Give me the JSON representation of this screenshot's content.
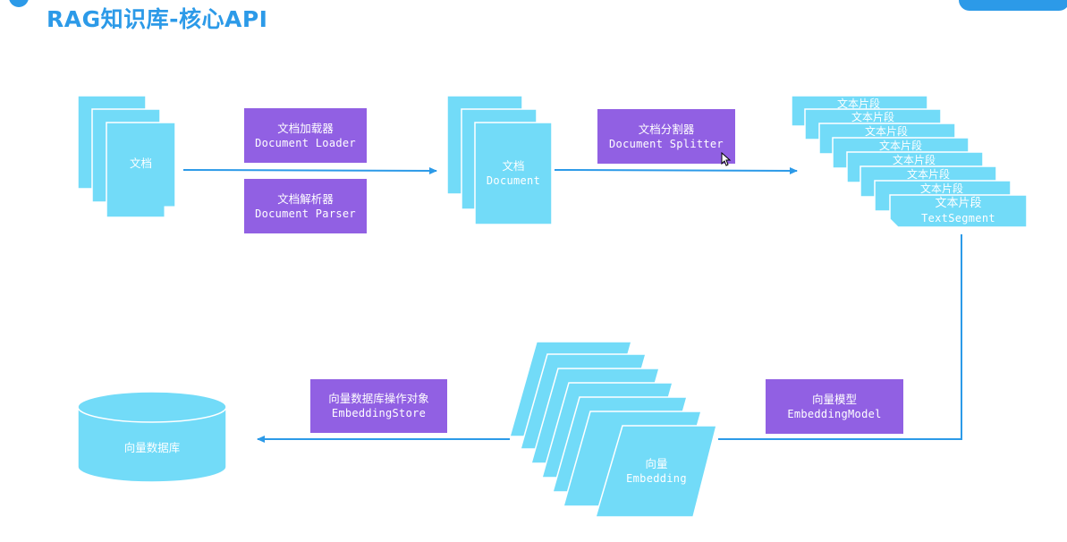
{
  "title": "RAG知识库-核心API",
  "nodes": {
    "documents_raw": {
      "label": "文档"
    },
    "documents": {
      "label": "文档",
      "sublabel": "Document"
    },
    "segments": {
      "label_repeat": "文本片段",
      "label": "文本片段",
      "sublabel": "TextSegment"
    },
    "embeddings": {
      "label": "向量",
      "sublabel": "Embedding"
    },
    "vector_db": {
      "label": "向量数据库"
    }
  },
  "steps": {
    "loader": {
      "label": "文档加载器",
      "sublabel": "Document Loader"
    },
    "parser": {
      "label": "文档解析器",
      "sublabel": "Document Parser"
    },
    "splitter": {
      "label": "文档分割器",
      "sublabel": "Document Splitter"
    },
    "model": {
      "label": "向量模型",
      "sublabel": "EmbeddingModel"
    },
    "store": {
      "label": "向量数据库操作对象",
      "sublabel": "EmbeddingStore"
    }
  },
  "colors": {
    "accent": "#2c9ae8",
    "node_fill": "#72dbf8",
    "step_fill": "#9160e3",
    "arrow": "#2c9ae8"
  },
  "icons": [
    "cursor-icon"
  ]
}
